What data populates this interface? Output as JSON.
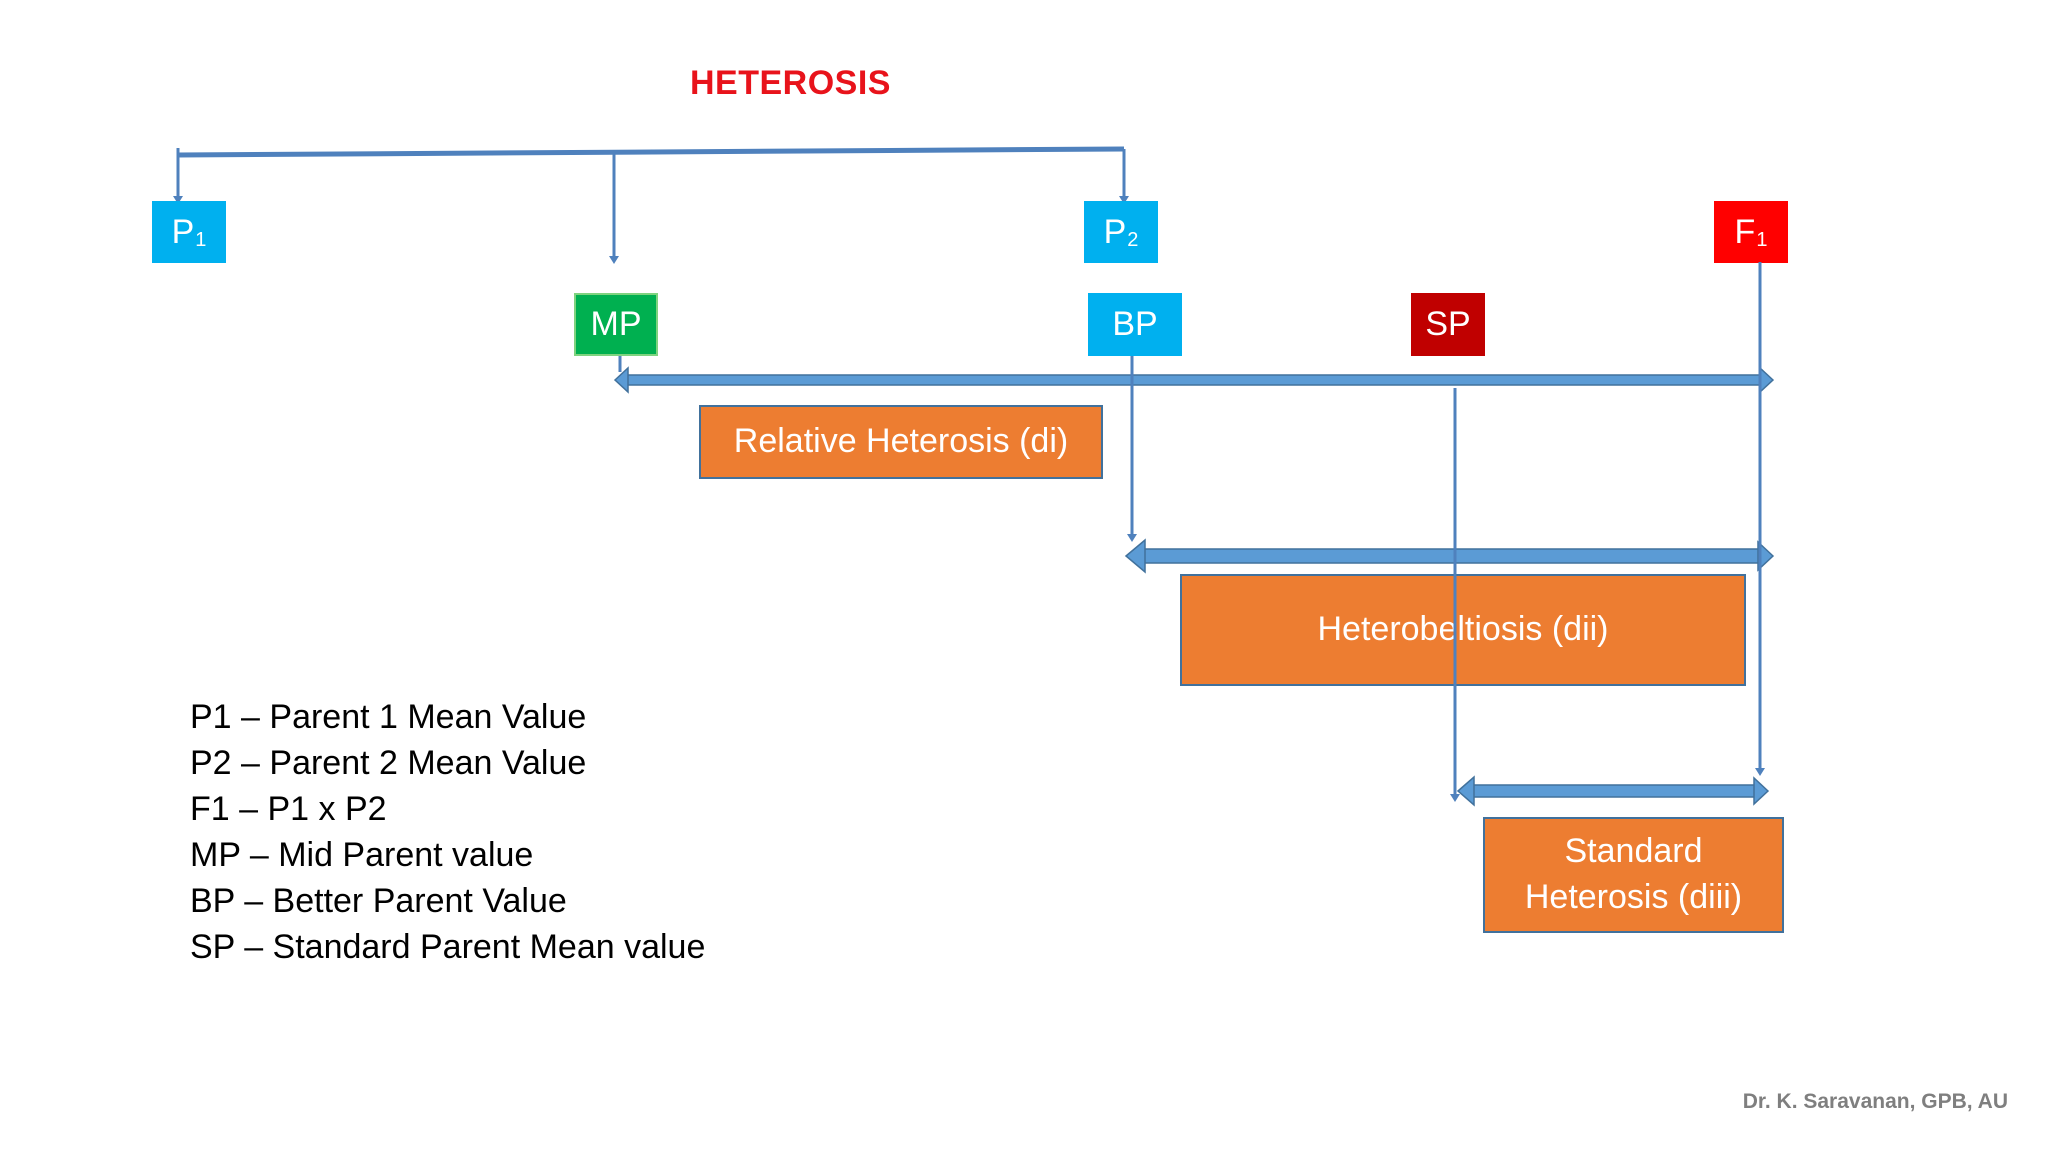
{
  "title": "HETEROSIS",
  "nodes": {
    "p1": {
      "main": "P",
      "sub": "1"
    },
    "p2": {
      "main": "P",
      "sub": "2"
    },
    "f1": {
      "main": "F",
      "sub": "1"
    },
    "mp": {
      "label": "MP"
    },
    "bp": {
      "label": "BP"
    },
    "sp": {
      "label": "SP"
    }
  },
  "measures": {
    "relative": "Relative Heterosis (di)",
    "heterobeltiosis": "Heterobeltiosis (dii)",
    "standard_line1": "Standard",
    "standard_line2": "Heterosis (diii)"
  },
  "legend": [
    "P1 – Parent 1 Mean Value",
    "P2 – Parent 2 Mean Value",
    "F1 – P1 x P2",
    "MP – Mid Parent value",
    "BP – Better Parent Value",
    "SP – Standard Parent Mean value"
  ],
  "credit": "Dr. K. Saravanan, GPB, AU",
  "colors": {
    "title": "#e8131b",
    "parent_box": "#00b0ef",
    "mid_parent_box": "#00b050",
    "standard_parent_box": "#c00000",
    "f1_box": "#ff0000",
    "measure_box": "#ed7d31",
    "connector": "#5b8fd0"
  }
}
